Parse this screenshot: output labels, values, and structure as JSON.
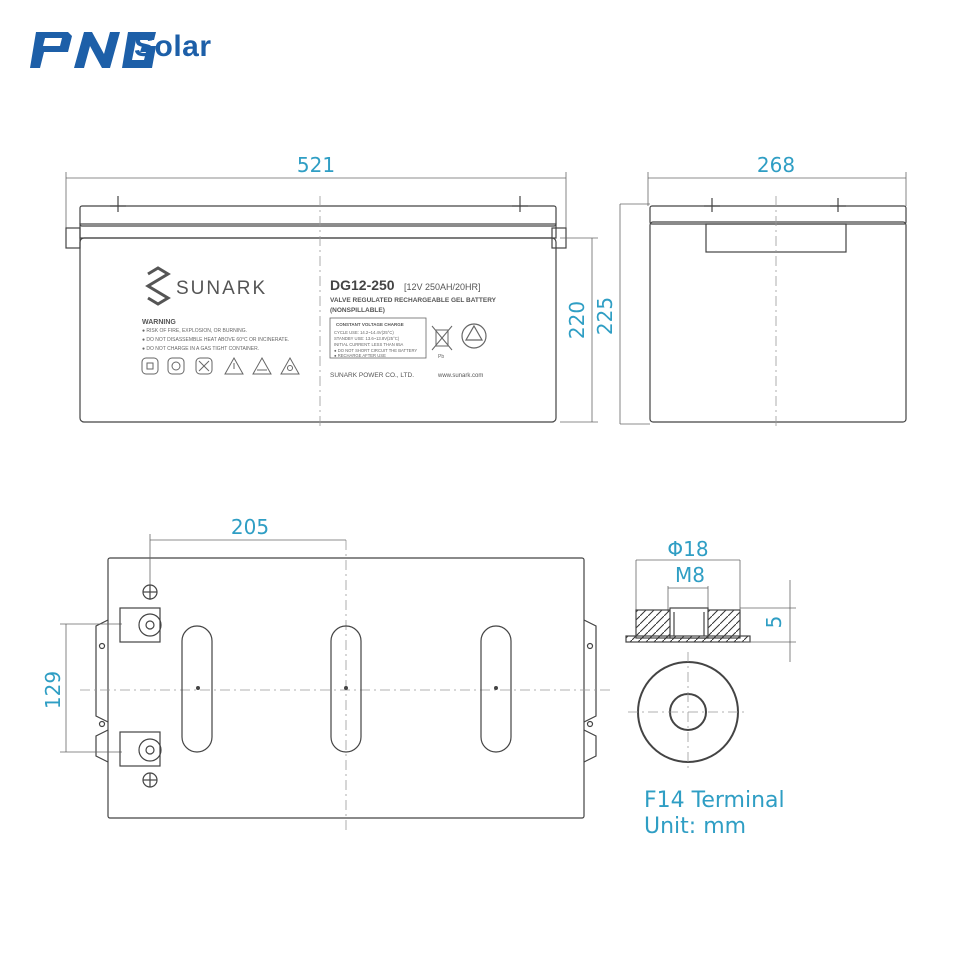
{
  "brand": {
    "logo_text": "PNG",
    "name": "Solar",
    "color": "#1d5fa8"
  },
  "dimensions": {
    "front_width": "521",
    "side_depth": "268",
    "height_container": "220",
    "height_total": "225",
    "terminal_offset": "205",
    "terminal_spacing": "129",
    "terminal_diameter": "Φ18",
    "terminal_thread": "M8",
    "terminal_depth": "5",
    "color": "#2f9ec4"
  },
  "label": {
    "brand": "SUNARK",
    "model": "DG12-250",
    "rating": "[12V 250AH/20HR]",
    "type_line1": "VALVE REGULATED RECHARGEABLE GEL BATTERY",
    "type_line2": "(NONSPILLABLE)",
    "warning_title": "WARNING",
    "warnings": [
      "● RISK OF FIRE, EXPLOSION, OR BURNING.",
      "● DO NOT DISASSEMBLE HEAT ABOVE 60°C OR INCINERATE.",
      "● DO NOT CHARGE IN A GAS TIGHT CONTAINER."
    ],
    "charge_title": "CONSTANT VOLTAGE CHARGE",
    "charge_lines": [
      "CYCLE USE: 14.2~14.4V(25°C)",
      "STANDBY USE: 13.6~13.8V(25°C)",
      "INITIAL CURRENT: LESS THAN 65A",
      "● DO NOT SHORT CIRCUIT THE BATTERY",
      "● RECHARGE AFTER USE"
    ],
    "recycle_code": "Pb",
    "company": "SUNARK POWER CO., LTD.",
    "website": "www.sunark.com"
  },
  "caption": {
    "terminal": "F14 Terminal",
    "unit": "Unit: mm"
  }
}
